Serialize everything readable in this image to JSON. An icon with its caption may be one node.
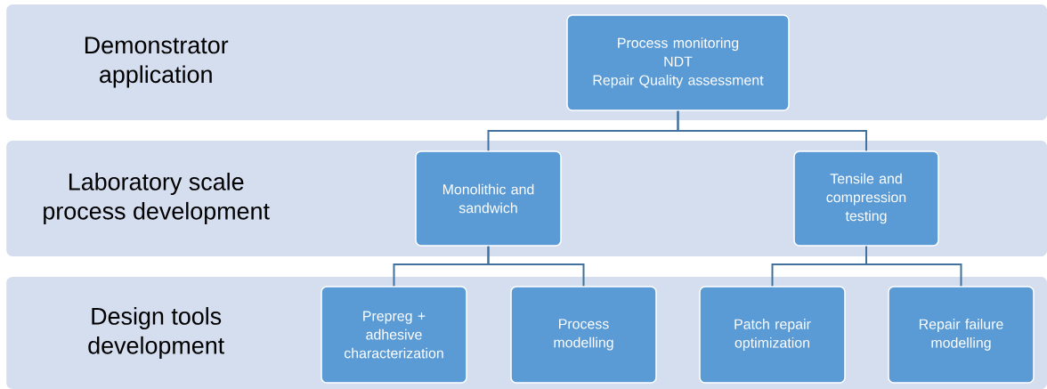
{
  "diagram": {
    "nodes": [
      {
        "text": [
          "Demonstrator application"
        ]
      },
      {
        "text": [
          "Process monitoring",
          "NDT",
          "Repair Quality assessment"
        ],
        "in": 0
      },
      {
        "text": [
          "Laboratory scale process development"
        ]
      },
      {
        "text": [
          "Monolithic and sandwich"
        ],
        "in": 2
      },
      {
        "text": [
          "Tensile and compression testing"
        ],
        "in": 2
      },
      {
        "text": [
          "Design tools development"
        ]
      },
      {
        "text": [
          "Prepreg + adhesive characterization"
        ],
        "in": 5
      },
      {
        "text": [
          "Process modelling"
        ],
        "in": 5
      },
      {
        "text": [
          "Patch repair optimization"
        ],
        "in": 5
      },
      {
        "text": [
          "Repair failure modelling"
        ],
        "in": 5
      }
    ],
    "edges": [
      {
        "from": 1,
        "to": 3,
        "arrow": "none"
      },
      {
        "from": 1,
        "to": 4,
        "arrow": "none"
      },
      {
        "from": 3,
        "to": 6,
        "arrow": "none"
      },
      {
        "from": 3,
        "to": 7,
        "arrow": "none"
      },
      {
        "from": 4,
        "to": 8,
        "arrow": "none"
      },
      {
        "from": 4,
        "to": 9,
        "arrow": "none"
      }
    ]
  }
}
